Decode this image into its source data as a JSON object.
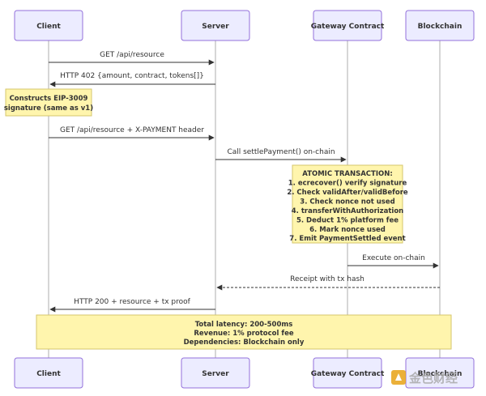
{
  "actors": {
    "client": "Client",
    "server": "Server",
    "gateway": "Gateway Contract",
    "blockchain": "Blockchain"
  },
  "messages": {
    "m1": "GET /api/resource",
    "m2": "HTTP 402 {amount, contract, tokens[]}",
    "m3": "GET /api/resource + X-PAYMENT header",
    "m4": "Call settlePayment() on-chain",
    "m5": "Execute on-chain",
    "m6": "Receipt with tx hash",
    "m7": "HTTP 200 + resource + tx proof"
  },
  "notes": {
    "client_note": {
      "lines": [
        "Constructs EIP-3009",
        "signature (same as v1)"
      ]
    },
    "atomic": {
      "lines": [
        "ATOMIC TRANSACTION:",
        "1. ecrecover() verify signature",
        "2. Check validAfter/validBefore",
        "3. Check nonce not used",
        "4. transferWithAuthorization",
        "5. Deduct 1% platform fee",
        "6. Mark nonce used",
        "7. Emit PaymentSettled event"
      ]
    },
    "summary": {
      "lines": [
        "Total latency: 200-500ms",
        "Revenue: 1% protocol fee",
        "Dependencies: Blockchain only"
      ]
    }
  },
  "watermark": {
    "text": "金色财经"
  },
  "colors": {
    "actor_fill": "#ECECFF",
    "actor_stroke": "#9370DB",
    "note_fill": "#FFF5AD",
    "note_stroke": "#D6C66C",
    "watermark_gold": "#E8A317"
  }
}
